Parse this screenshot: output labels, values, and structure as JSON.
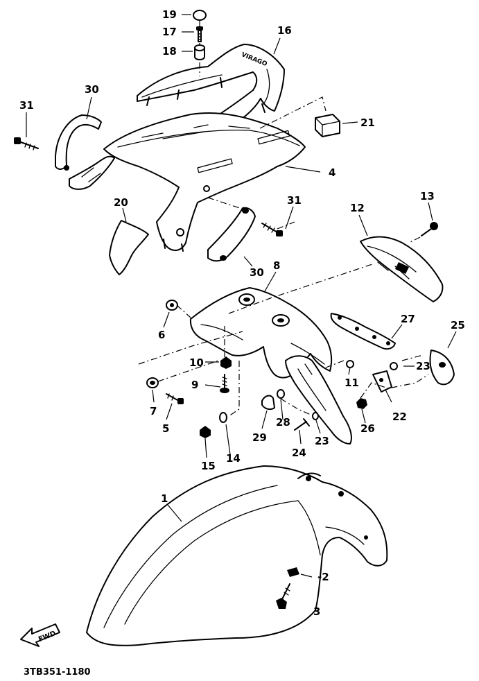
{
  "diagram": {
    "part_code": "3TB351-1180",
    "forward_marker": "FWD",
    "brand_mark": "VIRAGO"
  },
  "callouts": [
    {
      "id": "c19",
      "label": "19"
    },
    {
      "id": "c17",
      "label": "17"
    },
    {
      "id": "c18",
      "label": "18"
    },
    {
      "id": "c16",
      "label": "16"
    },
    {
      "id": "c30a",
      "label": "30"
    },
    {
      "id": "c31a",
      "label": "31"
    },
    {
      "id": "c21",
      "label": "21"
    },
    {
      "id": "c4",
      "label": "4"
    },
    {
      "id": "c20",
      "label": "20"
    },
    {
      "id": "c31b",
      "label": "31"
    },
    {
      "id": "c12",
      "label": "12"
    },
    {
      "id": "c13",
      "label": "13"
    },
    {
      "id": "c30b",
      "label": "30"
    },
    {
      "id": "c8",
      "label": "8"
    },
    {
      "id": "c6",
      "label": "6"
    },
    {
      "id": "c27",
      "label": "27"
    },
    {
      "id": "c25",
      "label": "25"
    },
    {
      "id": "c10",
      "label": "10"
    },
    {
      "id": "c23a",
      "label": "23"
    },
    {
      "id": "c9",
      "label": "9"
    },
    {
      "id": "c11",
      "label": "11"
    },
    {
      "id": "c7",
      "label": "7"
    },
    {
      "id": "c22",
      "label": "22"
    },
    {
      "id": "c5",
      "label": "5"
    },
    {
      "id": "c29",
      "label": "29"
    },
    {
      "id": "c28",
      "label": "28"
    },
    {
      "id": "c23b",
      "label": "23"
    },
    {
      "id": "c26",
      "label": "26"
    },
    {
      "id": "c24",
      "label": "24"
    },
    {
      "id": "c14",
      "label": "14"
    },
    {
      "id": "c15",
      "label": "15"
    },
    {
      "id": "c1",
      "label": "1"
    },
    {
      "id": "c2",
      "label": "-2"
    },
    {
      "id": "c3",
      "label": "3"
    }
  ]
}
